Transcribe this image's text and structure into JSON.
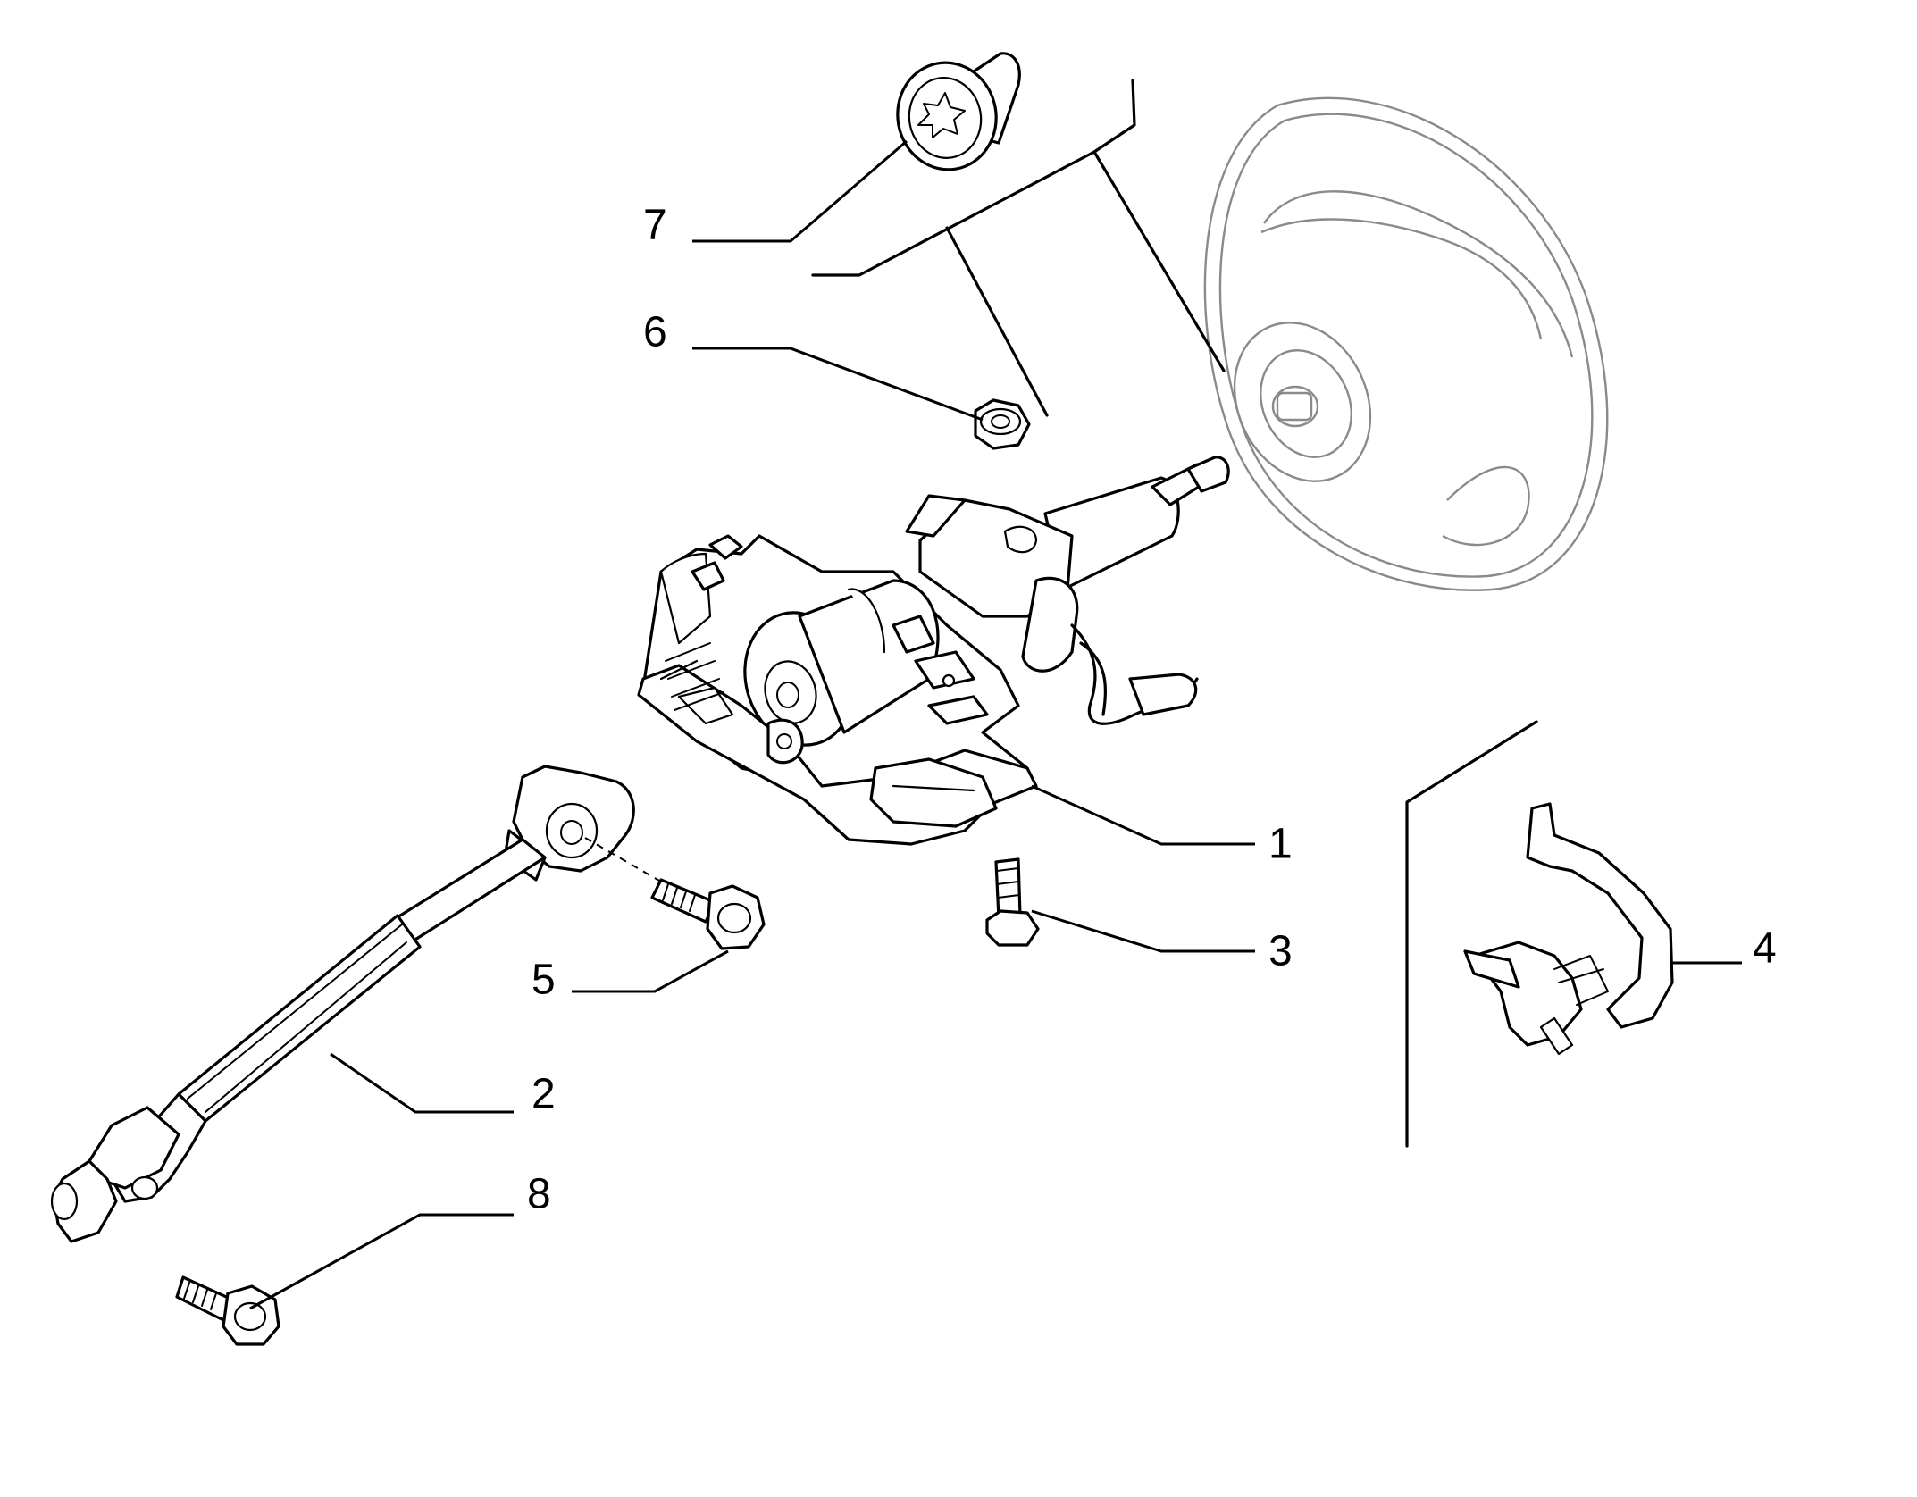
{
  "callouts": {
    "c1": "1",
    "c2": "2",
    "c3": "3",
    "c4": "4",
    "c5": "5",
    "c6": "6",
    "c7": "7",
    "c8": "8"
  },
  "colors": {
    "line": "#000000",
    "steering_wheel_outline": "#8a8a8a",
    "background": "#ffffff"
  }
}
